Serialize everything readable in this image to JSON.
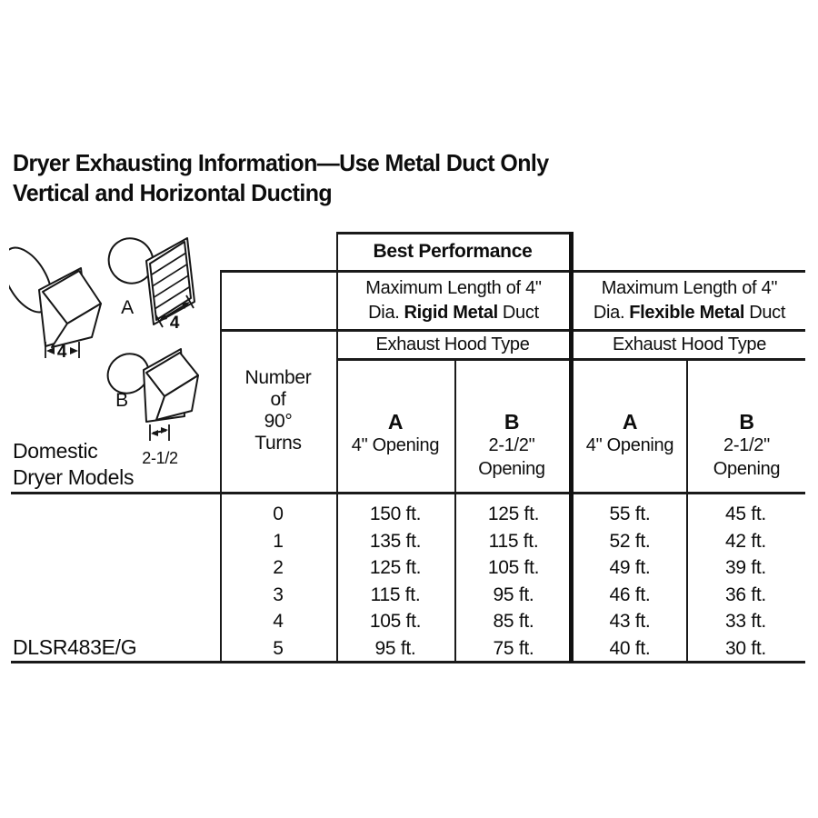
{
  "page": {
    "background": "#ffffff",
    "ink": "#0d0d0d",
    "line_color": "#1a1a1a"
  },
  "title": {
    "line1": "Dryer Exhausting Information—Use Metal Duct Only",
    "line2": "Vertical and Horizontal Ducting"
  },
  "diagram": {
    "vent_a_label": "A",
    "vent_b_label": "B",
    "wall_cap_dim": "4",
    "vent_a_dim": "4",
    "vent_b_dim": "2-1/2"
  },
  "left_column": {
    "models_line1": "Domestic",
    "models_line2": "Dryer Models",
    "model_number": "DLSR483E/G"
  },
  "table": {
    "best_performance": "Best Performance",
    "rigid": {
      "max_line1": "Maximum Length of 4\"",
      "max_line2_prefix": "Dia.",
      "max_line2_bold": "Rigid Metal",
      "max_line2_suffix": "Duct",
      "hood_type": "Exhaust Hood Type",
      "col_a_letter": "A",
      "col_a_desc": "4\" Opening",
      "col_b_letter": "B",
      "col_b_desc1": "2-1/2\"",
      "col_b_desc2": "Opening"
    },
    "flexible": {
      "max_line1": "Maximum Length of 4\"",
      "max_line2_prefix": "Dia.",
      "max_line2_bold": "Flexible Metal",
      "max_line2_suffix": "Duct",
      "hood_type": "Exhaust Hood Type",
      "col_a_letter": "A",
      "col_a_desc": "4\" Opening",
      "col_b_letter": "B",
      "col_b_desc1": "2-1/2\"",
      "col_b_desc2": "Opening"
    },
    "turns_header": {
      "l1": "Number",
      "l2": "of",
      "l3": "90°",
      "l4": "Turns"
    },
    "rows": [
      {
        "turns": "0",
        "rigid_a": "150 ft.",
        "rigid_b": "125 ft.",
        "flex_a": "55 ft.",
        "flex_b": "45 ft."
      },
      {
        "turns": "1",
        "rigid_a": "135 ft.",
        "rigid_b": "115 ft.",
        "flex_a": "52 ft.",
        "flex_b": "42 ft."
      },
      {
        "turns": "2",
        "rigid_a": "125 ft.",
        "rigid_b": "105 ft.",
        "flex_a": "49 ft.",
        "flex_b": "39 ft."
      },
      {
        "turns": "3",
        "rigid_a": "115 ft.",
        "rigid_b": "95 ft.",
        "flex_a": "46 ft.",
        "flex_b": "36 ft."
      },
      {
        "turns": "4",
        "rigid_a": "105 ft.",
        "rigid_b": "85 ft.",
        "flex_a": "43 ft.",
        "flex_b": "33 ft."
      },
      {
        "turns": "5",
        "rigid_a": "95 ft.",
        "rigid_b": "75 ft.",
        "flex_a": "40 ft.",
        "flex_b": "30 ft."
      }
    ]
  }
}
